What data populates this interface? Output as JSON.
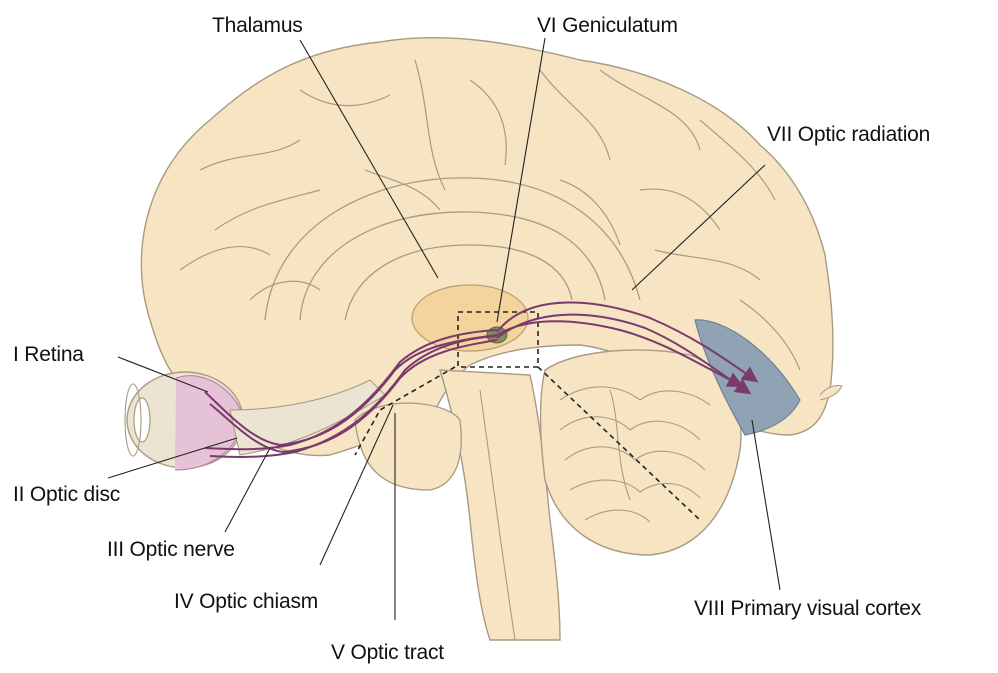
{
  "labels": {
    "thalamus": "Thalamus",
    "geniculatum": "VI Geniculatum",
    "optic_radiation": "VII Optic radiation",
    "retina": "I Retina",
    "optic_disc": "II Optic disc",
    "optic_nerve": "III Optic nerve",
    "optic_chiasm": "IV Optic chiasm",
    "optic_tract": "V Optic tract",
    "visual_cortex": "VIII Primary visual cortex"
  },
  "colors": {
    "brain_fill": "#f7e4c2",
    "outline": "#a89a84",
    "thalamus_fill": "#f2d49c",
    "pathway": "#7a3a6e",
    "eye_fill": "#ece4d2",
    "retina_fill": "#e6c2d6",
    "visual_cortex_fill": "#8fa3b4",
    "geniculatum_fill": "#7f8f5a",
    "leader_line": "#222222"
  }
}
